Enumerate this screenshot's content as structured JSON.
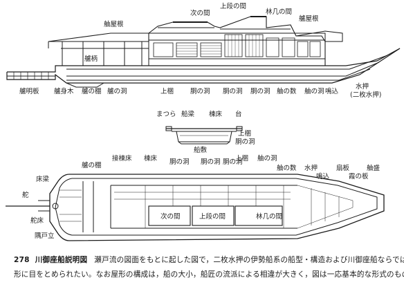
{
  "figure": {
    "side_view_labels": {
      "funabashi": "舳屋根",
      "tsugi_no_ma": "次の間",
      "jodan_no_ma": "上段の間",
      "rin_no_ma": "林几の間",
      "tomo_yane": "艫屋根",
      "roku": "艫柄",
      "tomo_hanaita": "艫明板",
      "ro_nomi": "艫身木",
      "ro_no_tana": "艫の棚",
      "ro_no_hora": "艫の洞",
      "uwagamachi": "上梱",
      "kanme_no_hora1": "胴の洞",
      "kanme_no_hora2": "胴の洞",
      "kanme_no_hora3": "胴の洞",
      "jiku_no_kazu": "舳の数",
      "jiku_no_hora": "舳の洞",
      "yamakomi": "鳴込",
      "mizuoshi": "水押",
      "mizuoshi_sub": "(二枚水押)"
    },
    "section_labels": {
      "matsura": "まつら",
      "funabari": "船梁",
      "tsumadoko": "棟床",
      "dai": "台",
      "uwagamachi": "上梱",
      "kanme_no_hora": "胴の洞",
      "funazoko": "船敷"
    },
    "plan_labels": {
      "ro_no_tana": "艫の棚",
      "setsuyuka": "接棟床",
      "tsumadoko": "棟床",
      "kanme_no_hora1": "胴の洞",
      "kanme_no_hora2": "胴の洞",
      "kanme_no_hora3": "胴の洞",
      "uwagamachi": "上梱",
      "jiku_no_hora": "舳の洞",
      "jiku_no_kazu": "舳の数",
      "mizuoshi": "水押",
      "yamakomi": "鳴込",
      "kaziwa": "扇板",
      "kasumiita": "霞の板",
      "tsugikake": "舳盛",
      "tokonohari": "床梁",
      "kaji": "舵",
      "kajidoko": "舵床",
      "kokodachi": "隅戸立",
      "tsugi_no_ma": "次の間",
      "jodan_no_ma": "上段の間",
      "rin_no_ma": "林几の間"
    }
  },
  "caption": {
    "number": "278",
    "title": "川御座船説明図",
    "line1": "瀬戸流の図面をもとに起した図で，二枚水押の伊勢船系の船型・構造および川御座船ならではの屋",
    "line2": "形に目をとめられたい。なお屋形の構成は，船の大小，船匠の流派による相違が大きく，図は一応基本的な形式のもの"
  }
}
